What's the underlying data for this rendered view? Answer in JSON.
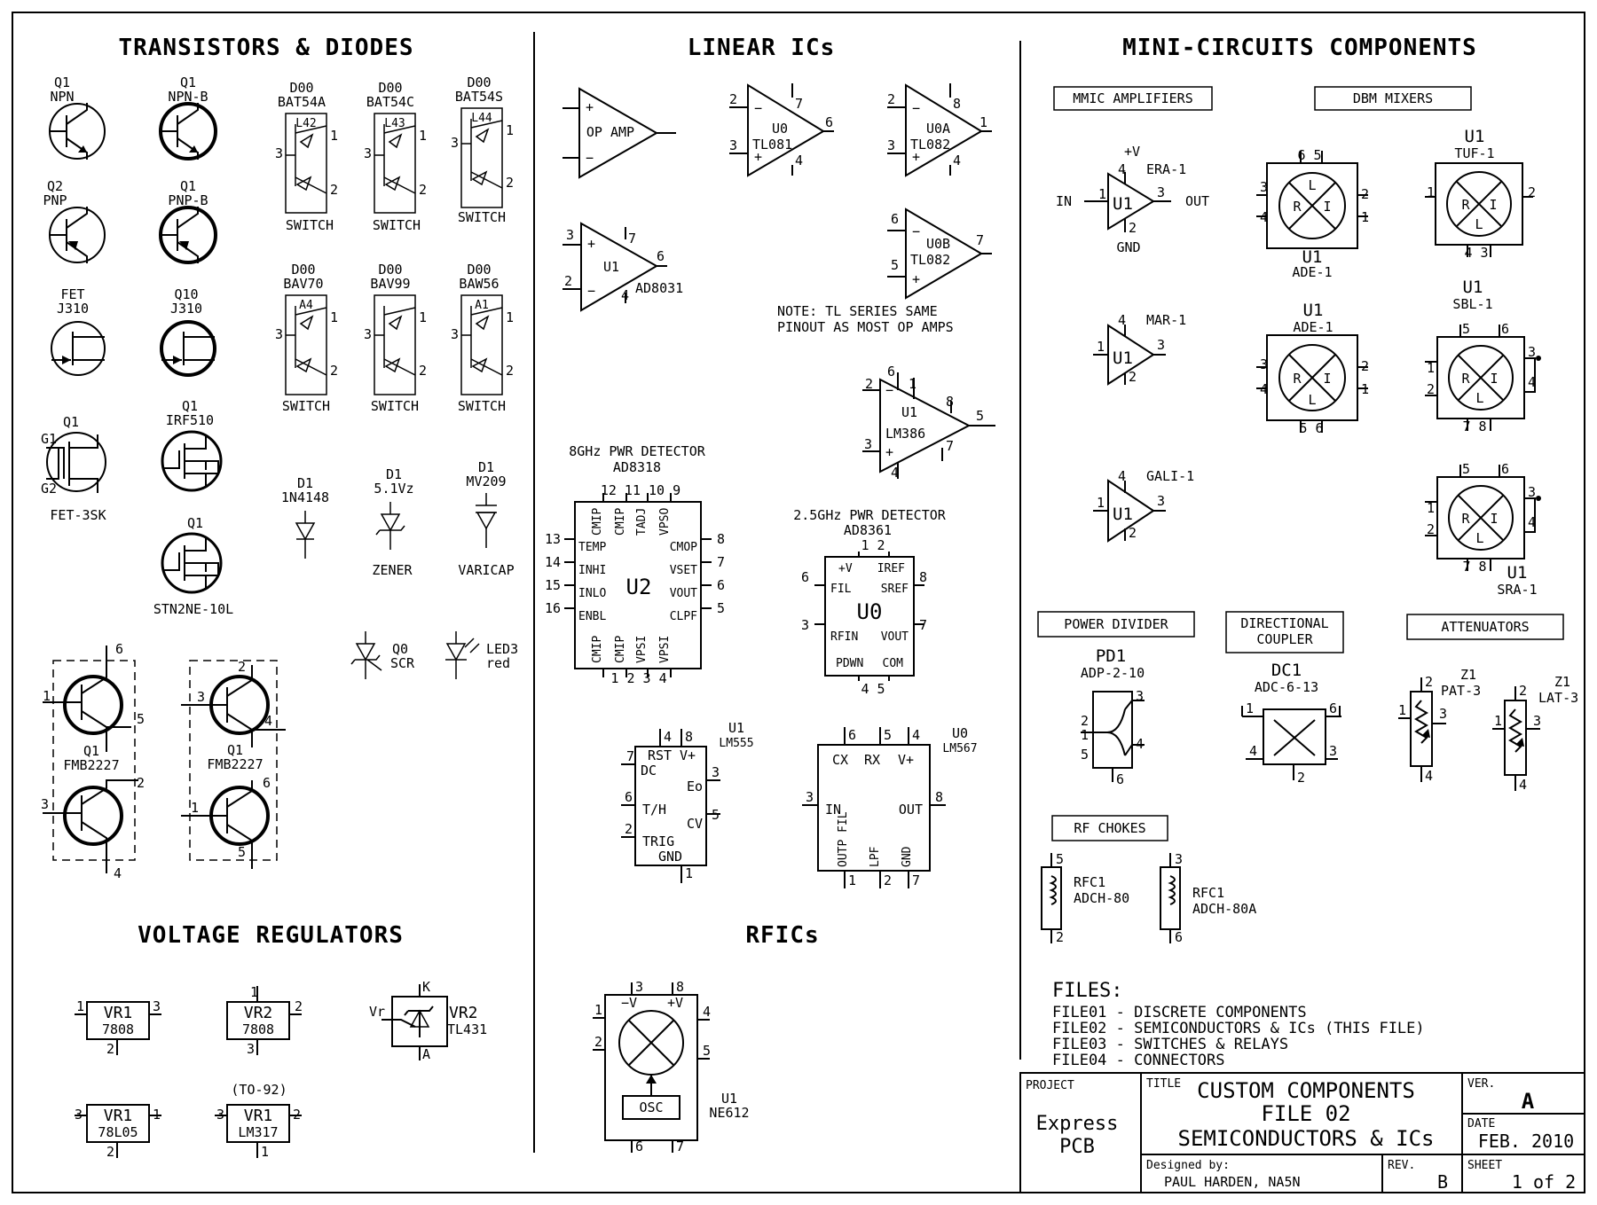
{
  "headers": {
    "transistors": "TRANSISTORS & DIODES",
    "linear": "LINEAR ICs",
    "minicircuits": "MINI-CIRCUITS COMPONENTS",
    "regulators": "VOLTAGE REGULATORS",
    "rfics": "RFICs"
  },
  "transistors": {
    "npn": {
      "ref": "Q1",
      "name": "NPN"
    },
    "npnb": {
      "ref": "Q1",
      "name": "NPN-B"
    },
    "pnp": {
      "ref": "Q2",
      "name": "PNP"
    },
    "pnpb": {
      "ref": "Q1",
      "name": "PNP-B"
    },
    "fet": {
      "ref": "FET",
      "name": "J310"
    },
    "q10": {
      "ref": "Q10",
      "name": "J310"
    },
    "dual": {
      "ref": "Q1",
      "p1": "G1",
      "p2": "G2",
      "name": "FET-3SK"
    },
    "irf": {
      "ref": "Q1",
      "name": "IRF510"
    },
    "stn": {
      "ref": "Q1",
      "name": "STN2NE-10L"
    },
    "fmb1": {
      "ref": "Q1",
      "name": "FMB2227",
      "p6": "6",
      "p1": "1",
      "p5": "5",
      "p3": "3",
      "p2": "2",
      "p4": "4"
    },
    "fmb2": {
      "ref": "Q1",
      "name": "FMB2227",
      "p2": "2",
      "p3": "3",
      "p4": "4",
      "p6": "6",
      "p1": "1",
      "p5": "5"
    }
  },
  "diodes": {
    "bat54a": {
      "ref": "D00",
      "name": "BAT54A",
      "inner": "L42",
      "label": "SWITCH",
      "p3": "3",
      "p1": "1",
      "p2": "2"
    },
    "bat54c": {
      "ref": "D00",
      "name": "BAT54C",
      "inner": "L43",
      "label": "SWITCH",
      "p3": "3",
      "p1": "1",
      "p2": "2"
    },
    "bat54s": {
      "ref": "D00",
      "name": "BAT54S",
      "inner": "L44",
      "label": "SWITCH",
      "p3": "3",
      "p1": "1",
      "p2": "2"
    },
    "bav70": {
      "ref": "D00",
      "name": "BAV70",
      "inner": "A4",
      "label": "SWITCH",
      "p3": "3",
      "p1": "1",
      "p2": "2"
    },
    "bav99": {
      "ref": "D00",
      "name": "BAV99",
      "inner": "",
      "label": "SWITCH",
      "p3": "3",
      "p1": "1",
      "p2": "2"
    },
    "baw56": {
      "ref": "D00",
      "name": "BAW56",
      "inner": "A1",
      "label": "SWITCH",
      "p3": "3",
      "p1": "1",
      "p2": "2"
    },
    "d1n4148": {
      "ref": "D1",
      "name": "1N4148"
    },
    "zener": {
      "ref": "D1",
      "name": "5.1Vz",
      "label": "ZENER"
    },
    "varicap": {
      "ref": "D1",
      "name": "MV209",
      "label": "VARICAP"
    },
    "scr": {
      "ref": "Q0",
      "name": "SCR"
    },
    "led": {
      "ref": "LED3",
      "name": "red"
    }
  },
  "linear": {
    "opamp": {
      "label": "OP AMP",
      "plus": "+",
      "minus": "−"
    },
    "tl081": {
      "ref": "U0",
      "name": "TL081",
      "p2": "2",
      "p3": "3",
      "p7": "7",
      "p4": "4",
      "p6": "6"
    },
    "tl082a": {
      "ref": "U0A",
      "name": "TL082",
      "p2": "2",
      "p3": "3",
      "p8": "8",
      "p4": "4",
      "p1": "1"
    },
    "tl082b": {
      "ref": "U0B",
      "name": "TL082",
      "p6": "6",
      "p5": "5",
      "p7": "7"
    },
    "ad8031": {
      "ref": "U1",
      "name": "AD8031",
      "p3": "3",
      "p2": "2",
      "p7": "7",
      "p4": "4",
      "p6": "6"
    },
    "note": [
      "NOTE: TL SERIES SAME",
      "PINOUT AS MOST OP AMPS"
    ],
    "lm386": {
      "ref": "U1",
      "name": "LM386",
      "p2": "2",
      "p3": "3",
      "p6": "6",
      "p1": "1",
      "p8": "8",
      "p7": "7",
      "p4": "4",
      "p5": "5"
    },
    "ad8318": {
      "title": "8GHz PWR DETECTOR",
      "name": "AD8318",
      "ref": "U2",
      "top_pins": "12 11 10 9",
      "bottom_pins": "1  2  3  4",
      "top_labels": [
        "CMIP",
        "CMIP",
        "TADJ",
        "VPSO"
      ],
      "bottom_labels": [
        "CMIP",
        "CMIP",
        "VPSI",
        "VPSI"
      ],
      "left_labels": [
        "TEMP",
        "INHI",
        "INLO",
        "ENBL"
      ],
      "right_labels": [
        "CMOP",
        "VSET",
        "VOUT",
        "CLPF"
      ],
      "left_pins": [
        "13",
        "14",
        "15",
        "16"
      ],
      "right_pins": [
        "8",
        "7",
        "6",
        "5"
      ]
    },
    "ad8361": {
      "title": "2.5GHz PWR DETECTOR",
      "name": "AD8361",
      "ref": "U0",
      "top_pins": "1    2",
      "bottom_pins": "4    5",
      "labels": [
        "+V",
        "IREF",
        "FIL",
        "SREF",
        "RFIN",
        "VOUT",
        "PDWN",
        "COM"
      ],
      "p6": "6",
      "p3": "3",
      "p8": "8",
      "p7": "7"
    },
    "lm555": {
      "ref": "U1",
      "name": "LM555",
      "p4": "4",
      "p8": "8",
      "p7": "7",
      "p6": "6",
      "p2": "2",
      "p3": "3",
      "p5": "5",
      "p1": "1",
      "labels": [
        "RST",
        "V+",
        "DC",
        "T/H",
        "TRIG",
        "GND",
        "Eo",
        "CV"
      ]
    },
    "lm567": {
      "ref": "U0",
      "name": "LM567",
      "p6": "6",
      "p5": "5",
      "p4": "4",
      "p3": "3",
      "p8": "8",
      "p1": "1",
      "p2": "2",
      "p7": "7",
      "labels": [
        "CX",
        "RX",
        "V+",
        "IN",
        "OUT",
        "OUTP FIL",
        "LPF",
        "GND"
      ]
    }
  },
  "mini": {
    "mmic": "MMIC AMPLIFIERS",
    "dbm": "DBM MIXERS",
    "era": {
      "ref": "U1",
      "name": "ERA-1",
      "plusv": "+V",
      "gnd": "GND",
      "in": "IN",
      "out": "OUT",
      "p1": "1",
      "p2": "2",
      "p3": "3",
      "p4": "4"
    },
    "mar": {
      "ref": "U1",
      "name": "MAR-1",
      "p1": "1",
      "p2": "2",
      "p3": "3",
      "p4": "4"
    },
    "gali": {
      "ref": "U1",
      "name": "GALI-1",
      "p1": "1",
      "p2": "2",
      "p3": "3",
      "p4": "4"
    },
    "ade1a": {
      "ref": "U1",
      "name": "ADE-1",
      "top": "6 5",
      "p3": "3",
      "p4": "4",
      "p2": "2",
      "p1": "1"
    },
    "tuf1": {
      "ref": "U1",
      "name": "TUF-1",
      "p1": "1",
      "p2": "2",
      "bottom": "4 3"
    },
    "ade1b": {
      "ref": "U1",
      "name": "ADE-1",
      "p3": "3",
      "p4": "4",
      "p2": "2",
      "p1": "1",
      "bottom": "5 6"
    },
    "sbl1": {
      "ref": "U1",
      "name": "SBL-1",
      "top1": "5",
      "top2": "6",
      "p3": "3",
      "p2": "2",
      "p4": "4",
      "p1": "1",
      "bottom": "7 8"
    },
    "sra1": {
      "ref": "U1",
      "name": "SRA-1",
      "top1": "5",
      "top2": "6",
      "p3": "3",
      "p2": "2",
      "p4": "4",
      "p1": "1",
      "bottom": "7 8"
    },
    "letters": {
      "L": "L",
      "R": "R",
      "I": "I"
    },
    "power_divider": "POWER DIVIDER",
    "dir_coupler": [
      "DIRECTIONAL",
      "COUPLER"
    ],
    "attenuators": "ATTENUATORS",
    "pd": {
      "ref": "PD1",
      "name": "ADP-2-10",
      "p3": "3",
      "p4": "4",
      "p1": "1",
      "p2": "2",
      "p5": "5",
      "p6": "6"
    },
    "dc": {
      "ref": "DC1",
      "name": "ADC-6-13",
      "p1": "1",
      "p6": "6",
      "p4": "4",
      "p3": "3",
      "p2": "2"
    },
    "pat": {
      "ref": "Z1",
      "name": "PAT-3",
      "p1": "1",
      "p2": "2",
      "p3": "3",
      "p4": "4"
    },
    "lat": {
      "ref": "Z1",
      "name": "LAT-3",
      "p1": "1",
      "p2": "2",
      "p3": "3",
      "p4": "4"
    },
    "rf_chokes": "RF CHOKES",
    "rfc1": {
      "ref": "RFC1",
      "name": "ADCH-80",
      "p5": "5",
      "p2": "2"
    },
    "rfc2": {
      "ref": "RFC1",
      "name": "ADCH-80A",
      "p3": "3",
      "p6": "6"
    }
  },
  "files": {
    "title": "FILES:",
    "lines": [
      "FILE01 - DISCRETE COMPONENTS",
      "FILE02 - SEMICONDUCTORS & ICs (THIS FILE)",
      "FILE03 - SWITCHES & RELAYS",
      "FILE04 - CONNECTORS"
    ]
  },
  "regulators": {
    "vr1": {
      "ref": "VR1",
      "name": "7808",
      "p1": "1",
      "p3": "3",
      "p2": "2"
    },
    "vr2": {
      "ref": "VR2",
      "name": "7808",
      "p1": "1",
      "p2": "2",
      "p3": "3"
    },
    "tl431": {
      "ref": "VR2",
      "name": "TL431",
      "k": "K",
      "a": "A",
      "vr": "Vr"
    },
    "vr78l05": {
      "ref": "VR1",
      "name": "78L05",
      "p3": "3",
      "p1": "1",
      "p2": "2"
    },
    "lm317": {
      "pkg": "(TO-92)",
      "ref": "VR1",
      "name": "LM317",
      "p3": "3",
      "p2": "2",
      "p1": "1"
    }
  },
  "rfic": {
    "ref": "U1",
    "name": "NE612",
    "neg": "−V",
    "pos": "+V",
    "osc": "OSC",
    "p3": "3",
    "p8": "8",
    "p1": "1",
    "p2": "2",
    "p4": "4",
    "p5": "5",
    "p6": "6",
    "p7": "7"
  },
  "title_block": {
    "project_label": "PROJECT",
    "project": [
      "Express",
      "PCB"
    ],
    "title_label": "TITLE",
    "title": [
      "CUSTOM COMPONENTS",
      "FILE 02",
      "SEMICONDUCTORS & ICs"
    ],
    "ver_label": "VER.",
    "ver": "A",
    "date_label": "DATE",
    "date": "FEB. 2010",
    "designed_label": "Designed by:",
    "designer": "PAUL HARDEN, NA5N",
    "rev_label": "REV.",
    "rev": "B",
    "sheet_label": "SHEET",
    "sheet": "1 of 2"
  }
}
